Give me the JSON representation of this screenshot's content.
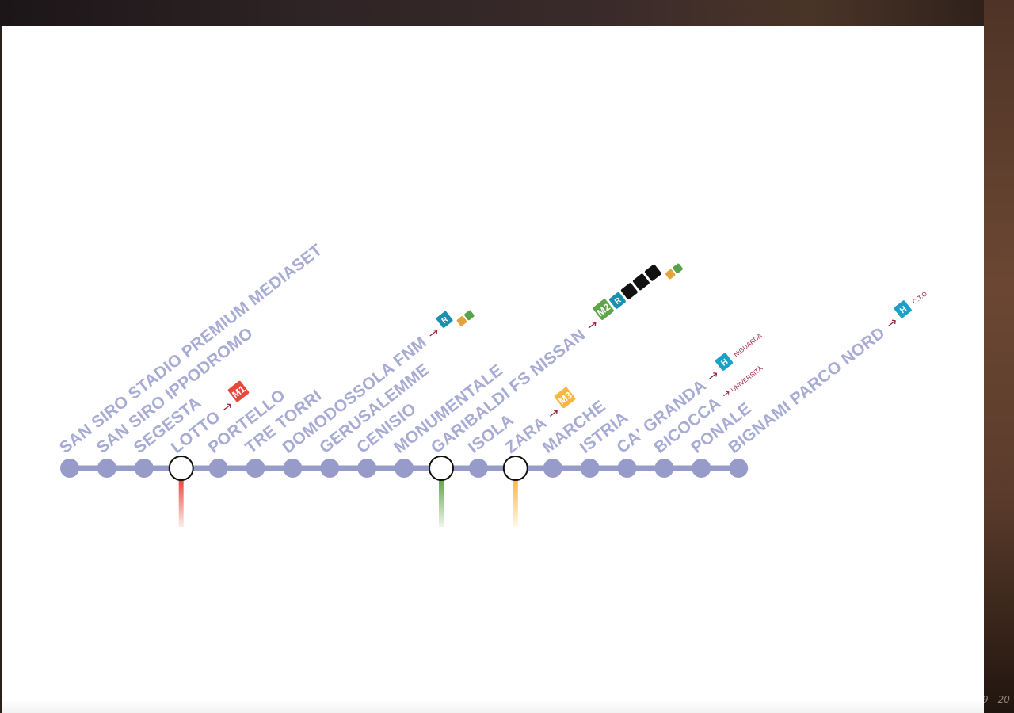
{
  "footer": {
    "text": "9 - 20"
  },
  "colors": {
    "line": "#979bc9",
    "label": "#a8acd4",
    "m1": "#e9473a",
    "m2": "#5fa549",
    "m3": "#f6b83c",
    "hospital": "#1ba0c8",
    "subtext": "#a0243e"
  },
  "line": {
    "stations": [
      {
        "name": "SAN SIRO STADIO PREMIUM MEDIASET",
        "type": "stop"
      },
      {
        "name": "SAN SIRO IPPODROMO",
        "type": "stop"
      },
      {
        "name": "SEGESTA",
        "type": "stop"
      },
      {
        "name": "LOTTO",
        "type": "interchange",
        "connection": "m1",
        "badges": [
          "m1-badge"
        ]
      },
      {
        "name": "PORTELLO",
        "type": "stop"
      },
      {
        "name": "TRE TORRI",
        "type": "stop"
      },
      {
        "name": "DOMODOSSOLA FNM",
        "type": "stop",
        "badges": [
          "rail-badge",
          "tram-badge",
          "bus-badge"
        ]
      },
      {
        "name": "GERUSALEMME",
        "type": "stop"
      },
      {
        "name": "CENISIO",
        "type": "stop"
      },
      {
        "name": "MONUMENTALE",
        "type": "stop"
      },
      {
        "name": "GARIBALDI FS NISSAN",
        "type": "interchange",
        "connection": "m2",
        "badges": [
          "m2-badge",
          "rail-badge",
          "train-badge",
          "airport-badge",
          "malpensa-badge",
          "tram-badge",
          "bus-badge"
        ]
      },
      {
        "name": "ISOLA",
        "type": "stop"
      },
      {
        "name": "ZARA",
        "type": "interchange",
        "connection": "m3",
        "badges": [
          "m3-badge"
        ]
      },
      {
        "name": "MARCHE",
        "type": "stop"
      },
      {
        "name": "ISTRIA",
        "type": "stop"
      },
      {
        "name": "CA' GRANDA",
        "type": "stop",
        "badges": [
          "hospital-badge"
        ],
        "sub": "NIGUARDA"
      },
      {
        "name": "BICOCCA",
        "type": "stop",
        "sub": "UNIVERSITÀ"
      },
      {
        "name": "PONALE",
        "type": "stop"
      },
      {
        "name": "BIGNAMI PARCO NORD",
        "type": "stop",
        "badges": [
          "hospital-badge"
        ],
        "sub": "C.T.O."
      }
    ],
    "badge_text": {
      "m1": "M1",
      "m2": "M2",
      "m3": "M3",
      "hospital": "H",
      "rail": "R"
    }
  }
}
